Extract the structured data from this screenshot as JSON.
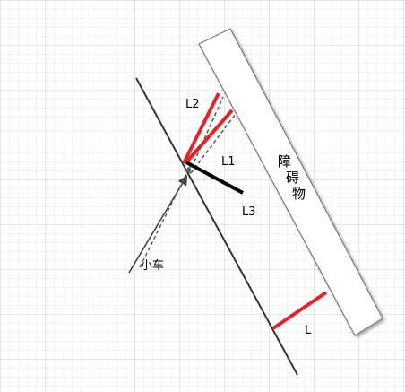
{
  "diagram": {
    "labels": {
      "l1": "L1",
      "l2": "L2",
      "l3": "L3",
      "l": "L",
      "car": "小车"
    },
    "obstacle": {
      "chars": [
        "障",
        "碍",
        "物"
      ]
    },
    "colors": {
      "grid": "#d6d6d6",
      "red": "#e0262b",
      "black": "#000000",
      "road": "#333333",
      "dashed": "#555555",
      "obstacle_fill": "#ffffff",
      "obstacle_stroke": "#7a7a7a"
    }
  }
}
